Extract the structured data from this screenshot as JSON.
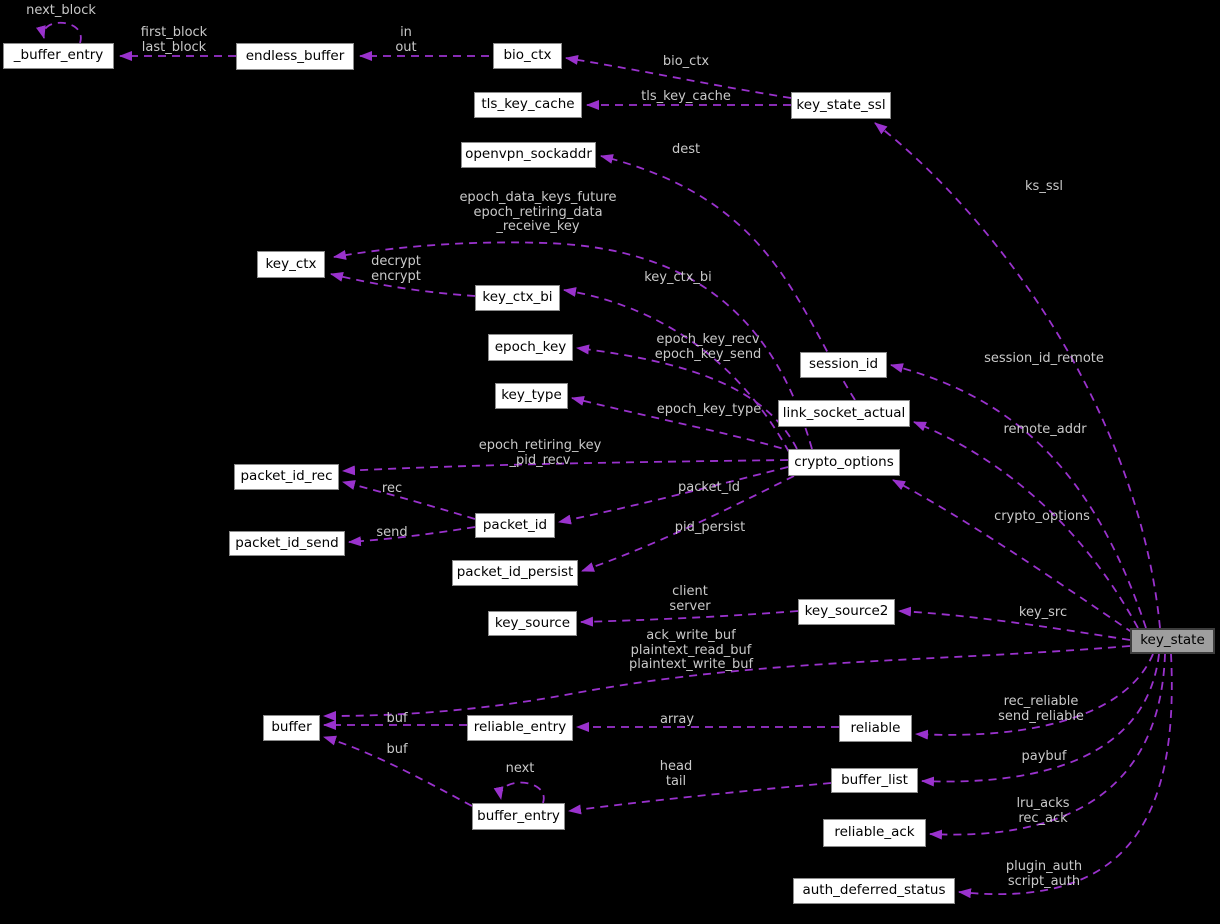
{
  "diagram": {
    "kind": "collaboration-graph",
    "colors": {
      "background": "#000000",
      "edge": "#9a32cd",
      "label_text": "#c9c9c9",
      "node_fill": "#ffffff",
      "node_border": "#8c8c8c",
      "node_text": "#000000",
      "highlight_fill": "#9e9e9e",
      "highlight_border": "#3d3d3d"
    },
    "nodes": {
      "buffer_entry_underscore": {
        "label": "_buffer_entry"
      },
      "endless_buffer": {
        "label": "endless_buffer"
      },
      "bio_ctx": {
        "label": "bio_ctx"
      },
      "tls_key_cache": {
        "label": "tls_key_cache"
      },
      "key_state_ssl": {
        "label": "key_state_ssl"
      },
      "openvpn_sockaddr": {
        "label": "openvpn_sockaddr"
      },
      "key_ctx": {
        "label": "key_ctx"
      },
      "key_ctx_bi": {
        "label": "key_ctx_bi"
      },
      "epoch_key": {
        "label": "epoch_key"
      },
      "key_type": {
        "label": "key_type"
      },
      "session_id": {
        "label": "session_id"
      },
      "link_socket_actual": {
        "label": "link_socket_actual"
      },
      "crypto_options": {
        "label": "crypto_options"
      },
      "packet_id_rec": {
        "label": "packet_id_rec"
      },
      "packet_id": {
        "label": "packet_id"
      },
      "packet_id_send": {
        "label": "packet_id_send"
      },
      "packet_id_persist": {
        "label": "packet_id_persist"
      },
      "key_source": {
        "label": "key_source"
      },
      "key_source2": {
        "label": "key_source2"
      },
      "key_state": {
        "label": "key_state"
      },
      "buffer": {
        "label": "buffer"
      },
      "reliable_entry": {
        "label": "reliable_entry"
      },
      "reliable": {
        "label": "reliable"
      },
      "buffer_list": {
        "label": "buffer_list"
      },
      "buffer_entry": {
        "label": "buffer_entry"
      },
      "reliable_ack": {
        "label": "reliable_ack"
      },
      "auth_deferred_status": {
        "label": "auth_deferred_status"
      }
    },
    "edge_labels": {
      "next_block": "next_block",
      "first_last": "first_block\nlast_block",
      "in_out": "in\nout",
      "bio_ctx": "bio_ctx",
      "tls_key_cache": "tls_key_cache",
      "dest": "dest",
      "ks_ssl": "ks_ssl",
      "epoch_data": "epoch_data_keys_future\nepoch_retiring_data\n_receive_key",
      "decrypt_encrypt": "decrypt\nencrypt",
      "key_ctx_bi": "key_ctx_bi",
      "epoch_key_recv_send": "epoch_key_recv\nepoch_key_send",
      "session_id_remote": "session_id_remote",
      "epoch_key_type": "epoch_key_type",
      "remote_addr": "remote_addr",
      "epoch_retiring": "epoch_retiring_key\n_pid_recv",
      "rec": "rec",
      "packet_id": "packet_id",
      "pid_persist": "pid_persist",
      "send": "send",
      "crypto_options": "crypto_options",
      "client_server": "client\nserver",
      "key_src": "key_src",
      "ack_bufs": "ack_write_buf\nplaintext_read_buf\nplaintext_write_buf",
      "buf1": "buf",
      "buf2": "buf",
      "array": "array",
      "next": "next",
      "head_tail": "head\ntail",
      "rec_send_reliable": "rec_reliable\nsend_reliable",
      "paybuf": "paybuf",
      "lru_acks": "lru_acks\nrec_ack",
      "plugin_script": "plugin_auth\nscript_auth"
    }
  }
}
